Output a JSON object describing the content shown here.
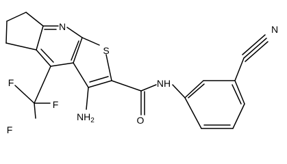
{
  "atoms": {
    "ring_n": "N",
    "thiophene_s": "S",
    "amide_n": "N",
    "amide_h": "H",
    "carbonyl_o": "O",
    "nitrile_n": "N",
    "amino_n": "N",
    "amino_h": "H",
    "amino_count": "2",
    "fluorine_top": "F",
    "fluorine_left": "F",
    "fluorine_right": "F"
  }
}
